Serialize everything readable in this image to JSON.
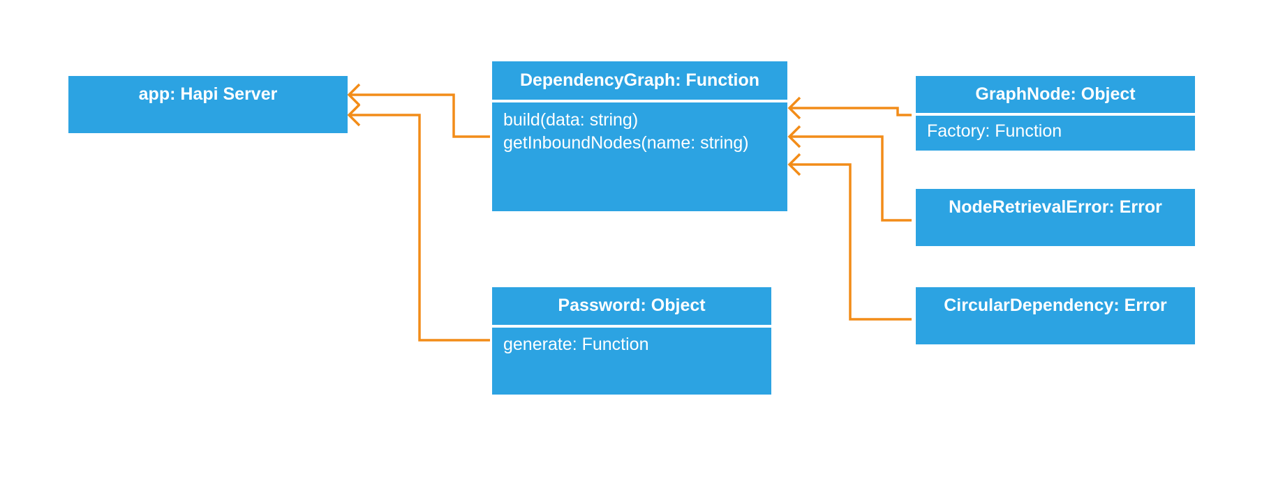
{
  "diagram": {
    "colors": {
      "box_fill": "#2ca3e2",
      "box_text": "#ffffff",
      "connector": "#f28c18",
      "background": "#ffffff"
    },
    "boxes": {
      "app": {
        "title": "app: Hapi Server"
      },
      "dependency_graph": {
        "title": "DependencyGraph: Function",
        "members": [
          "build(data: string)",
          "getInboundNodes(name: string)"
        ]
      },
      "graph_node": {
        "title": "GraphNode: Object",
        "members": [
          "Factory: Function"
        ]
      },
      "node_retrieval_error": {
        "title": "NodeRetrievalError: Error"
      },
      "circular_dependency": {
        "title": "CircularDependency: Error"
      },
      "password": {
        "title": "Password: Object",
        "members": [
          "generate: Function"
        ]
      }
    },
    "connectors": [
      {
        "from": "dependency_graph",
        "to": "app"
      },
      {
        "from": "password",
        "to": "app"
      },
      {
        "from": "graph_node",
        "to": "dependency_graph"
      },
      {
        "from": "node_retrieval_error",
        "to": "dependency_graph"
      },
      {
        "from": "circular_dependency",
        "to": "dependency_graph"
      }
    ]
  }
}
